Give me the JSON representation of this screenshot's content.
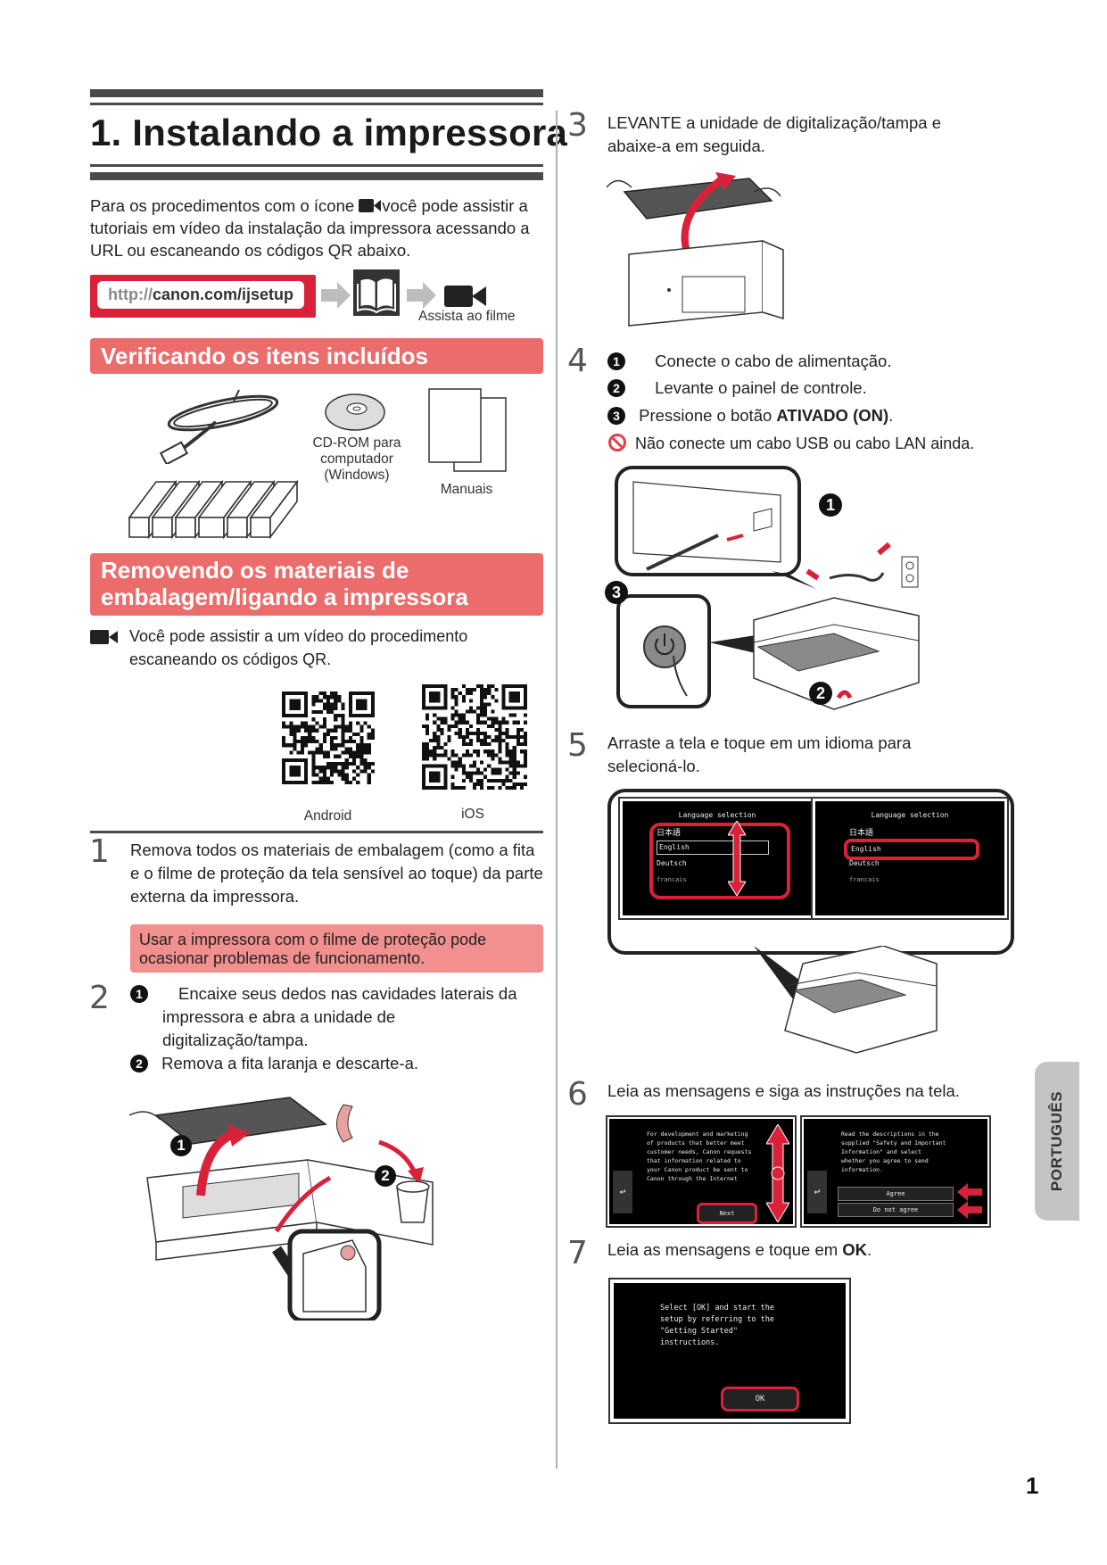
{
  "header": {
    "title": "1. Instalando a impressora"
  },
  "intro": {
    "text_before_icon": "Para os procedimentos com o ícone ",
    "icon": "video-camera-icon",
    "text_after_icon": "você pode assistir a tutoriais em vídeo da instalação da impressora acessando a URL ou escaneando os códigos QR abaixo.",
    "url_protocol": "http://",
    "url_host": "canon.com/ijsetup",
    "watch_caption": "Assista ao filme"
  },
  "section_included": {
    "heading": "Verificando os itens incluídos",
    "items": [
      {
        "name": "power-cord",
        "label": ""
      },
      {
        "name": "cd-rom",
        "label_lines": [
          "CD-ROM para",
          "computador",
          "(Windows)"
        ]
      },
      {
        "name": "manuals",
        "label": "Manuais"
      },
      {
        "name": "ink-tanks",
        "label": ""
      }
    ]
  },
  "section_unpack": {
    "heading_lines": [
      "Removendo os materiais de",
      "embalagem/ligando a impressora"
    ],
    "video_note": "Você pode assistir a um vídeo do procedimento escaneando os códigos QR.",
    "qr_codes": [
      {
        "label": "Android"
      },
      {
        "label": "iOS"
      }
    ]
  },
  "steps_left": [
    {
      "number": "1",
      "text": "Remova todos os materiais de embalagem (como a fita e o filme de proteção da tela sensível ao toque) da parte externa da impressora.",
      "warning": "Usar a impressora com o filme de proteção pode ocasionar problemas de funcionamento."
    },
    {
      "number": "2",
      "substeps": [
        {
          "marker": "1",
          "text": "Encaixe seus dedos nas cavidades laterais da impressora e abra a unidade de digitalização/tampa."
        },
        {
          "marker": "2",
          "text": "Remova a fita laranja e descarte-a."
        }
      ]
    }
  ],
  "steps_right": [
    {
      "number": "3",
      "text": "LEVANTE a unidade de digitalização/tampa e abaixe-a em seguida."
    },
    {
      "number": "4",
      "substeps": [
        {
          "marker": "1",
          "text": "Conecte o cabo de alimentação."
        },
        {
          "marker": "2",
          "text": "Levante o painel de controle."
        },
        {
          "marker": "3",
          "text_before": "Pressione o botão ",
          "bold": "ATIVADO (ON)",
          "text_after": "."
        }
      ],
      "prohibition": "Não conecte um cabo USB ou cabo LAN ainda."
    },
    {
      "number": "5",
      "text": "Arraste a tela e toque em um idioma para selecioná-lo."
    },
    {
      "number": "6",
      "text": "Leia as mensagens e siga as instruções na tela."
    },
    {
      "number": "7",
      "text_before": "Leia as mensagens e toque em ",
      "bold": "OK",
      "text_after": "."
    }
  ],
  "screens": {
    "language": {
      "title": "Language selection",
      "options": [
        "日本語",
        "English",
        "Deutsch",
        "français"
      ],
      "selected": "English"
    },
    "info_consent": {
      "message": "For development and marketing of products that better meet customer needs, Canon requests that information related to your Canon product be sent to Canon through the Internet",
      "button": "Next"
    },
    "agree": {
      "message": "Read the descriptions in the supplied \"Safety and Important Information\" and select whether you agree to send information.",
      "buttons": [
        "Agree",
        "Do not agree"
      ]
    },
    "ok_screen": {
      "message": "Select [OK] and start the setup by referring to the \"Getting Started\" instructions.",
      "button": "OK"
    }
  },
  "callouts": {
    "step2": [
      "1",
      "2"
    ],
    "step4": [
      "1",
      "2",
      "3"
    ]
  },
  "side_tab": "PORTUGUÊS",
  "page_number": "1",
  "colors": {
    "accent_red": "#d9223a",
    "section_bar": "#ec6b6b",
    "warning_box": "#f28f8f",
    "rule_gray": "#4a4a4a",
    "tab_gray": "#c4c4c4"
  }
}
